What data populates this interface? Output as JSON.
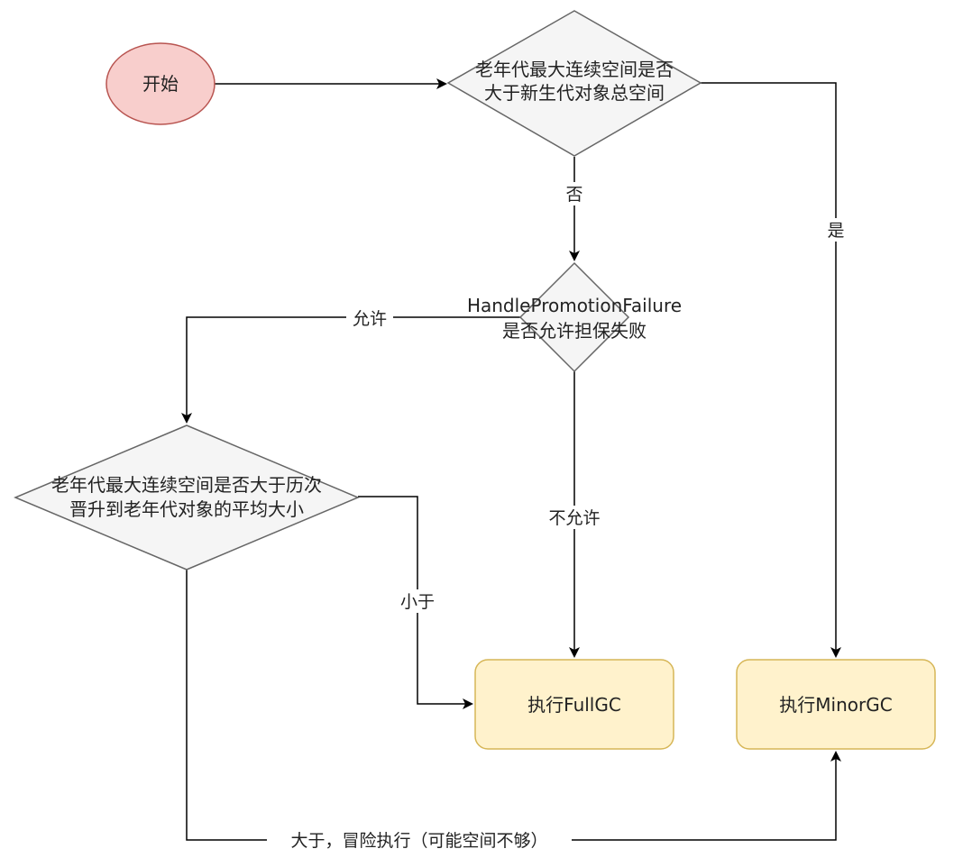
{
  "nodes": {
    "start": {
      "label": "开始"
    },
    "check_total": {
      "lines": [
        "老年代最大连续空间是否",
        "大于新生代对象总空间"
      ]
    },
    "check_handle": {
      "lines": [
        "HandlePromotionFailure",
        "是否允许担保失败"
      ]
    },
    "check_avg": {
      "lines": [
        "老年代最大连续空间是否大于历次",
        "晋升到老年代对象的平均大小"
      ]
    },
    "full_gc": {
      "label": "执行FullGC"
    },
    "minor_gc": {
      "label": "执行MinorGC"
    }
  },
  "edges": {
    "no": "否",
    "yes": "是",
    "allow": "允许",
    "not_allow": "不允许",
    "less": "小于",
    "greater_risk": "大于，冒险执行（可能空间不够）"
  },
  "colors": {
    "start_fill": "#f8cecc",
    "start_stroke": "#b85450",
    "decision_fill": "#f5f5f5",
    "decision_stroke": "#666666",
    "action_fill": "#fff2cc",
    "action_stroke": "#d6b656",
    "line": "#000000"
  }
}
